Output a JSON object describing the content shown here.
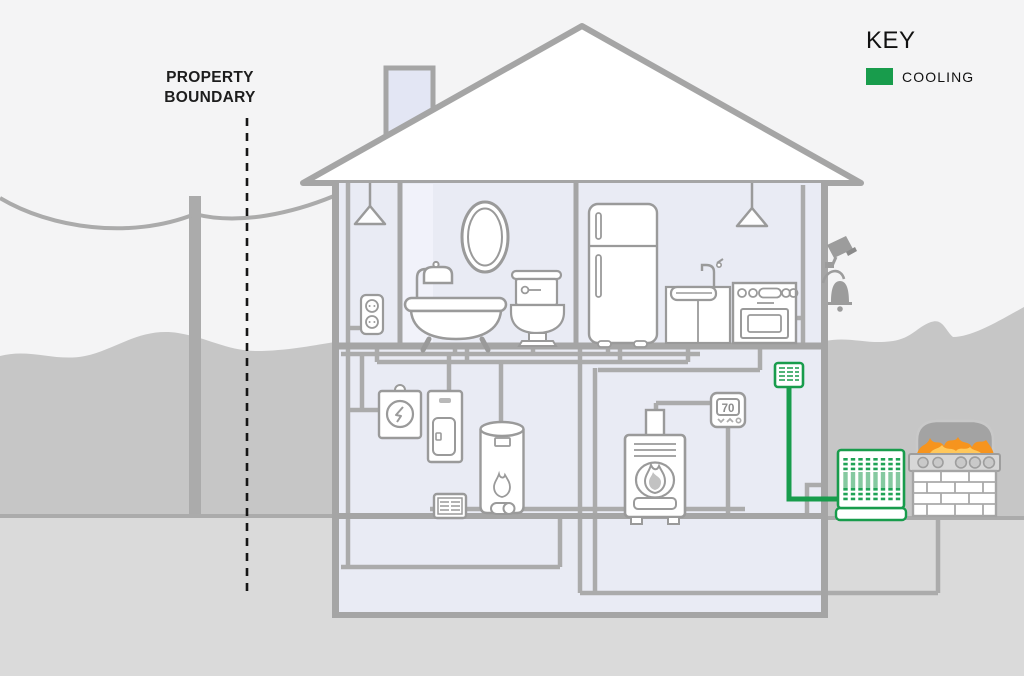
{
  "property_boundary": {
    "label": "PROPERTY BOUNDARY"
  },
  "legend": {
    "title": "KEY",
    "items": [
      {
        "label": "COOLING",
        "color": "#189C4C"
      }
    ]
  },
  "house": {
    "thermostat": {
      "value": "70"
    }
  },
  "palette": {
    "background": "#F4F4F5",
    "hill": "#C6C6C6",
    "ground": "#DADADA",
    "interior": "#E9EBF4",
    "wall_gray": "#A5A5A5",
    "pipe_gray": "#ABABAB",
    "fixture_gray": "#9A9A9A",
    "cooling_green": "#189C4C",
    "flame_orange": "#F6941E",
    "flame_yellow": "#FFC85C"
  },
  "icons": [
    "utility-pole",
    "power-lines",
    "property-boundary-line",
    "pendant-light",
    "outlet",
    "mirror",
    "shower-faucet",
    "bathtub",
    "toilet",
    "refrigerator",
    "kitchen-sink",
    "stove-oven",
    "security-camera",
    "alarm-bell",
    "electric-meter",
    "electrical-panel",
    "water-heater",
    "floor-vent",
    "furnace",
    "thermostat",
    "cooling-vent",
    "ac-unit",
    "fire-pit"
  ]
}
